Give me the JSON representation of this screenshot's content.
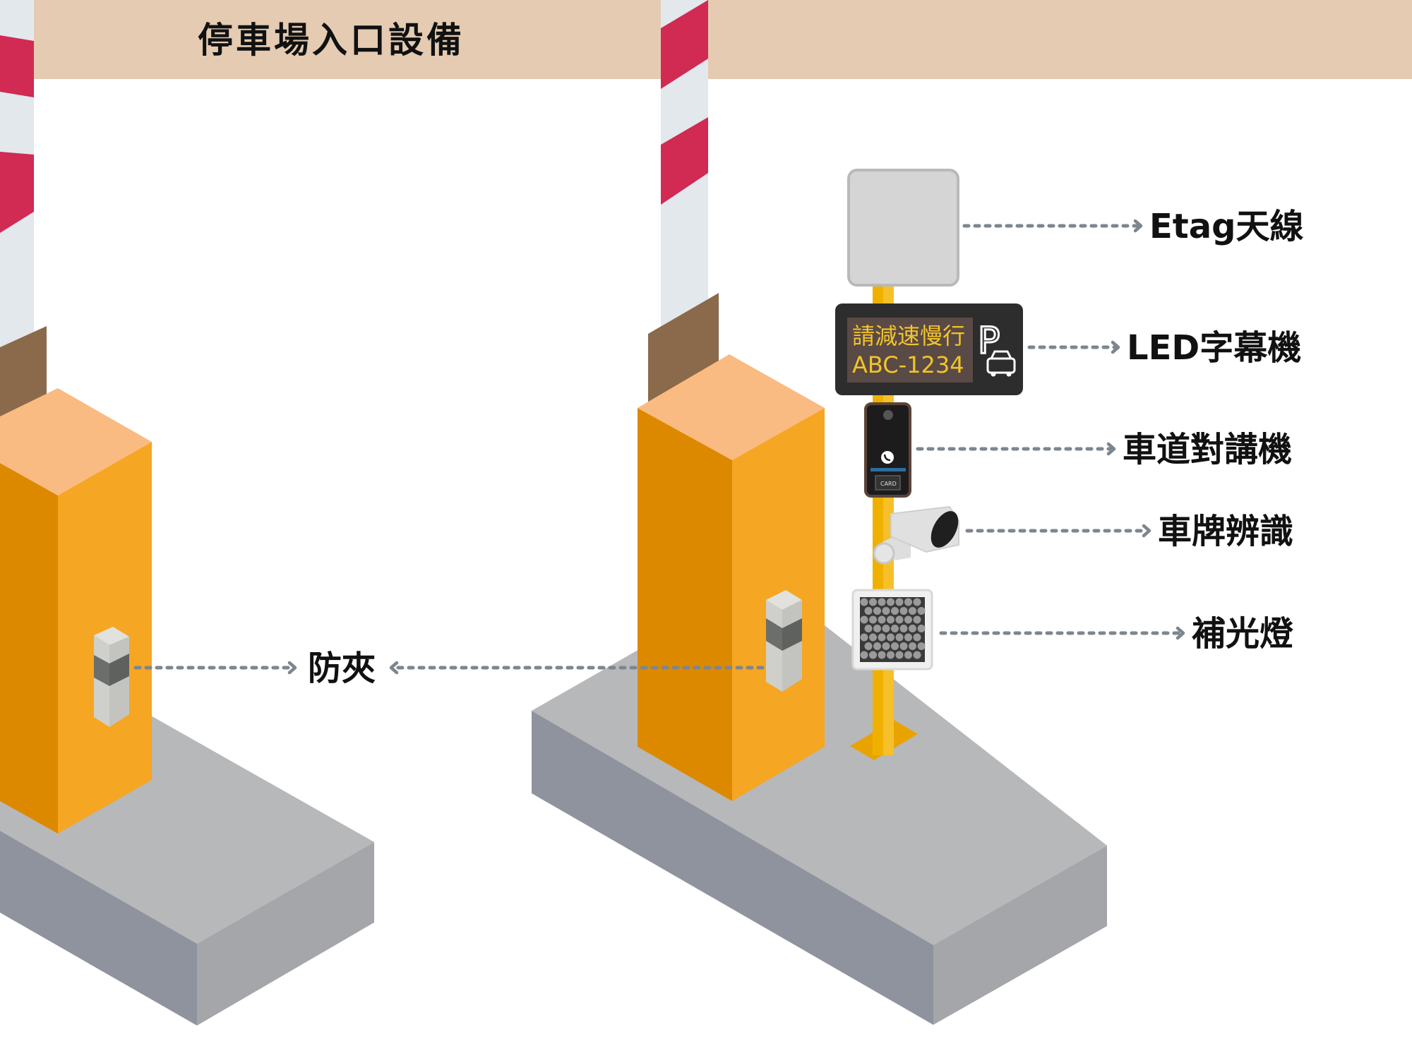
{
  "title": "停車場入口設備",
  "labels": {
    "etag": "Etag天線",
    "led": "LED字幕機",
    "intercom": "車道對講機",
    "plate": "車牌辨識",
    "fill_light": "補光燈",
    "anti_pinch": "防夾"
  },
  "led_display": {
    "line1": "請減速慢行",
    "line2": "ABC-1234",
    "parking_symbol": "P"
  },
  "intercom_card_text": "CARD",
  "colors": {
    "header_band": "#e4cbb2",
    "stripe_red": "#d12a53",
    "stripe_white": "#e3e8ed",
    "booth_top": "#f9bb82",
    "booth_front": "#dd8900",
    "booth_side": "#f5a623",
    "island_top": "#b7b8ba",
    "island_front": "#8f939e",
    "island_side": "#a5a6a9",
    "pole": "#f0b000",
    "led_text": "#f2c428",
    "connector": "#7d868f"
  },
  "icons": [
    "antenna-panel-icon",
    "car-icon",
    "phone-icon",
    "camera-icon",
    "led-array-icon"
  ]
}
